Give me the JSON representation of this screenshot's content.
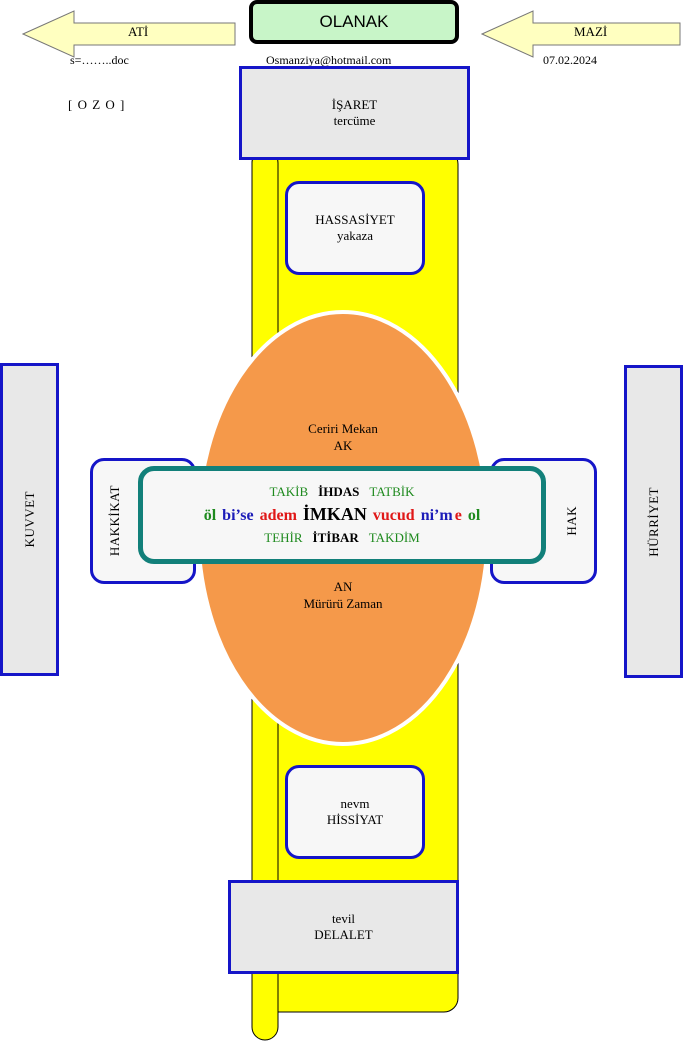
{
  "header": {
    "title": "OLANAK",
    "left_arrow_label": "ATİ",
    "right_arrow_label": "MAZİ",
    "file_name": "s=……..doc",
    "email": "Osmanziya@hotmail.com",
    "date": "07.02.2024",
    "code": "[ O Z O ]"
  },
  "top_box": {
    "line1": "İŞARET",
    "line2": "tercüme"
  },
  "upper_box": {
    "line1": "HASSASİYET",
    "line2": "yakaza"
  },
  "ellipse": {
    "top_line1": "Ceriri Mekan",
    "top_line2": "AK",
    "bottom_line1": "AN",
    "bottom_line2": "Mürürü Zaman"
  },
  "left_box": {
    "label": "HAKKİKAT"
  },
  "right_box": {
    "label": "HAK"
  },
  "far_left": {
    "label": "KUVVET"
  },
  "far_right": {
    "label": "HÜRRİYET"
  },
  "center": {
    "row1": [
      "TAKİB",
      "İHDAS",
      "TATBİK"
    ],
    "main": [
      "öl",
      "bi’se",
      "adem",
      "İMKAN",
      "vucud",
      "ni’m",
      "e",
      "ol"
    ],
    "row3": [
      "TEHİR",
      "İTİBAR",
      "TAKDİM"
    ]
  },
  "lower_box": {
    "line1": "nevm",
    "line2": "HİSSİYAT"
  },
  "bottom_box": {
    "line1": "tevil",
    "line2": "DELALET"
  },
  "colors": {
    "yellow_bar": "#ffff00",
    "ellipse": "#f5994a",
    "blue_border": "#1515c8",
    "teal_border": "#12807a",
    "arrow_fill": "#ffffc0",
    "title_box": "#c8f5c8"
  }
}
